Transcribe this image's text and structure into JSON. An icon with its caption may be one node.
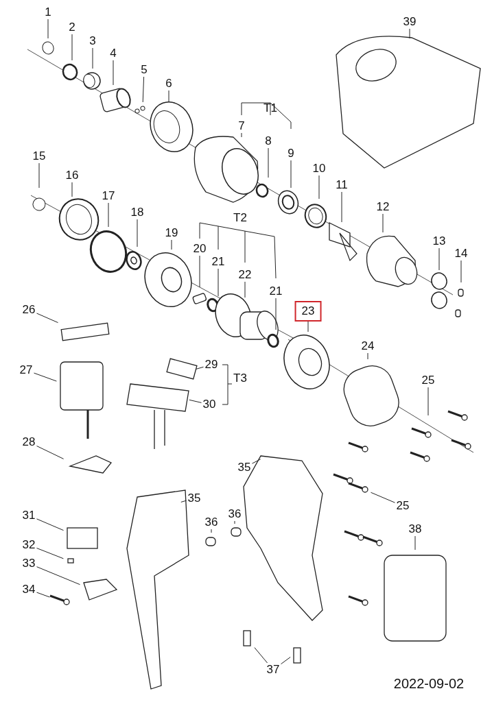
{
  "diagram": {
    "nodes": [
      {
        "text": [
          "1"
        ]
      },
      {
        "text": [
          "2"
        ]
      },
      {
        "text": [
          "3"
        ]
      },
      {
        "text": [
          "4"
        ]
      },
      {
        "text": [
          "5"
        ]
      },
      {
        "text": [
          "6"
        ]
      },
      {
        "text": [
          "7"
        ]
      },
      {
        "text": [
          "8"
        ]
      },
      {
        "text": [
          "9"
        ]
      },
      {
        "text": [
          "10"
        ]
      },
      {
        "text": [
          "11"
        ]
      },
      {
        "text": [
          "12"
        ]
      },
      {
        "text": [
          "13"
        ]
      },
      {
        "text": [
          "14"
        ]
      },
      {
        "text": [
          "15"
        ]
      },
      {
        "text": [
          "16"
        ]
      },
      {
        "text": [
          "17"
        ]
      },
      {
        "text": [
          "18"
        ]
      },
      {
        "text": [
          "19"
        ]
      },
      {
        "text": [
          "20"
        ]
      },
      {
        "text": [
          "21"
        ]
      },
      {
        "text": [
          "22"
        ]
      },
      {
        "text": [
          "21"
        ]
      },
      {
        "text": [
          "23"
        ]
      },
      {
        "text": [
          "24"
        ]
      },
      {
        "text": [
          "25"
        ]
      },
      {
        "text": [
          "26"
        ]
      },
      {
        "text": [
          "27"
        ]
      },
      {
        "text": [
          "29"
        ]
      },
      {
        "text": [
          "30"
        ]
      },
      {
        "text": [
          "28"
        ]
      },
      {
        "text": [
          "35"
        ]
      },
      {
        "text": [
          "35"
        ]
      },
      {
        "text": [
          "36"
        ]
      },
      {
        "text": [
          "36"
        ]
      },
      {
        "text": [
          "25"
        ]
      },
      {
        "text": [
          "31"
        ]
      },
      {
        "text": [
          "32"
        ]
      },
      {
        "text": [
          "33"
        ]
      },
      {
        "text": [
          "34"
        ]
      },
      {
        "text": [
          "37"
        ]
      },
      {
        "text": [
          "38"
        ]
      },
      {
        "text": [
          "39"
        ]
      }
    ],
    "edges": [
      {
        "from": 0,
        "to": null,
        "arrow": "none"
      },
      {
        "from": 1,
        "to": null,
        "arrow": "none"
      },
      {
        "from": 2,
        "to": null,
        "arrow": "none"
      },
      {
        "from": 3,
        "to": null,
        "arrow": "none"
      },
      {
        "from": 4,
        "to": null,
        "arrow": "none"
      },
      {
        "from": 5,
        "to": null,
        "arrow": "none"
      },
      {
        "from": 6,
        "to": null,
        "arrow": "none"
      },
      {
        "from": 7,
        "to": null,
        "arrow": "none"
      },
      {
        "from": 8,
        "to": null,
        "arrow": "none"
      },
      {
        "from": 9,
        "to": null,
        "arrow": "none"
      },
      {
        "from": 10,
        "to": null,
        "arrow": "none"
      },
      {
        "from": 11,
        "to": null,
        "arrow": "none"
      },
      {
        "from": 12,
        "to": null,
        "arrow": "none"
      },
      {
        "from": 13,
        "to": null,
        "arrow": "none"
      },
      {
        "from": 14,
        "to": null,
        "arrow": "none"
      },
      {
        "from": 15,
        "to": null,
        "arrow": "none"
      },
      {
        "from": 16,
        "to": null,
        "arrow": "none"
      },
      {
        "from": 17,
        "to": null,
        "arrow": "none"
      },
      {
        "from": 18,
        "to": null,
        "arrow": "none"
      },
      {
        "from": 19,
        "to": null,
        "arrow": "none"
      },
      {
        "from": 20,
        "to": null,
        "arrow": "none"
      },
      {
        "from": 21,
        "to": null,
        "arrow": "none"
      },
      {
        "from": 22,
        "to": null,
        "arrow": "none"
      },
      {
        "from": 23,
        "to": null,
        "arrow": "none"
      },
      {
        "from": 24,
        "to": null,
        "arrow": "none"
      },
      {
        "from": 25,
        "to": null,
        "arrow": "none"
      },
      {
        "from": 26,
        "to": null,
        "arrow": "none"
      },
      {
        "from": 27,
        "to": null,
        "arrow": "none"
      },
      {
        "from": 28,
        "to": null,
        "arrow": "none"
      },
      {
        "from": 29,
        "to": null,
        "arrow": "none"
      },
      {
        "from": 30,
        "to": null,
        "arrow": "none"
      },
      {
        "from": 31,
        "to": null,
        "arrow": "none"
      },
      {
        "from": 32,
        "to": null,
        "arrow": "none"
      },
      {
        "from": 33,
        "to": null,
        "arrow": "none"
      },
      {
        "from": 34,
        "to": null,
        "arrow": "none"
      },
      {
        "from": 35,
        "to": null,
        "arrow": "none"
      },
      {
        "from": 36,
        "to": null,
        "arrow": "none"
      },
      {
        "from": 37,
        "to": null,
        "arrow": "none"
      },
      {
        "from": 38,
        "to": null,
        "arrow": "none"
      },
      {
        "from": 39,
        "to": null,
        "arrow": "none"
      },
      {
        "from": 40,
        "to": null,
        "arrow": "none"
      },
      {
        "from": 40,
        "to": null,
        "arrow": "none"
      },
      {
        "from": 41,
        "to": null,
        "arrow": "none"
      },
      {
        "from": 42,
        "to": null,
        "arrow": "none"
      }
    ],
    "labels": [
      "T1",
      "T2",
      "T3",
      "2022-09-02"
    ]
  }
}
